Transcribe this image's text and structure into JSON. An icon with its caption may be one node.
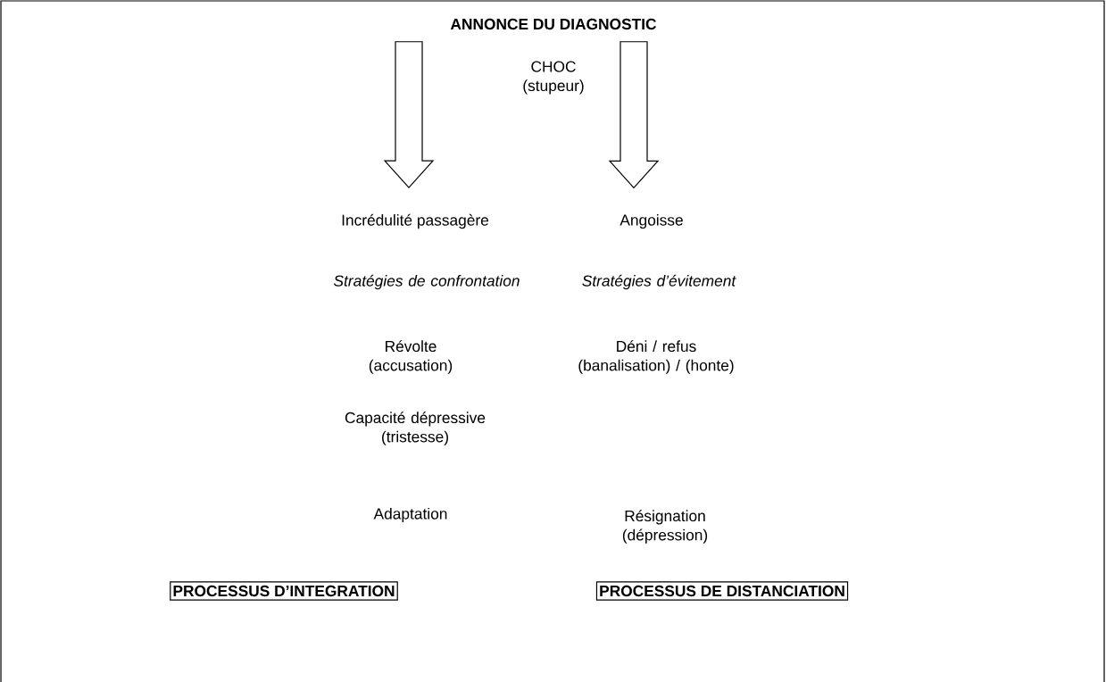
{
  "diagram": {
    "nodes": [
      {
        "text": [
          "ANNONCE DU DIAGNOSTIC"
        ]
      },
      {
        "text": [
          "Incrédulité passagère"
        ]
      },
      {
        "text": [
          "Angoisse"
        ]
      },
      {
        "text": [
          "PROCESSUS D’INTEGRATION"
        ]
      },
      {
        "text": [
          "PROCESSUS DE DISTANCIATION"
        ]
      }
    ],
    "edges": [
      {
        "from": 0,
        "to": 1,
        "arrow": "to"
      },
      {
        "from": 0,
        "to": 2,
        "arrow": "to"
      }
    ],
    "labels": [
      "CHOC (stupeur)",
      "Stratégies de confrontation",
      "Stratégies d’évitement",
      "Révolte (accusation)",
      "Déni / refus (banalisation) / (honte)",
      "Capacité dépressive (tristesse)",
      "Adaptation",
      "Résignation (dépression)"
    ]
  }
}
